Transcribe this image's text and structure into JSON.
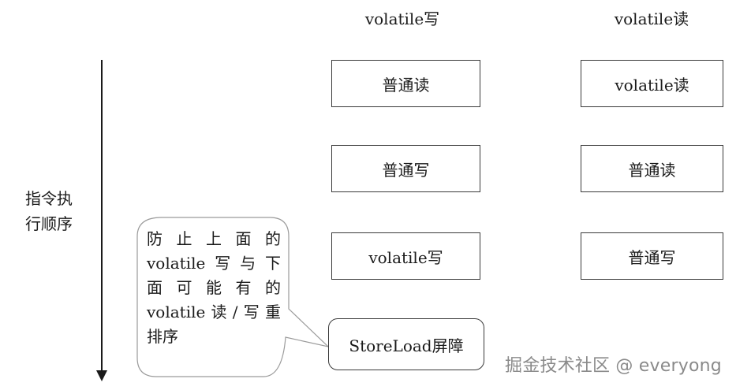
{
  "headers": {
    "left": "volatile写",
    "right": "volatile读"
  },
  "left_column": [
    "普通读",
    "普通写",
    "volatile写"
  ],
  "right_column": [
    "volatile读",
    "普通读",
    "普通写"
  ],
  "axis_label": [
    "指令执",
    "行顺序"
  ],
  "callout_lines": [
    "防止上面的",
    "volatile写与下",
    "面可能有的",
    "volatile读/写重",
    "排序"
  ],
  "barrier_label": "StoreLoad屏障",
  "watermark": "掘金技术社区 @ everyong"
}
